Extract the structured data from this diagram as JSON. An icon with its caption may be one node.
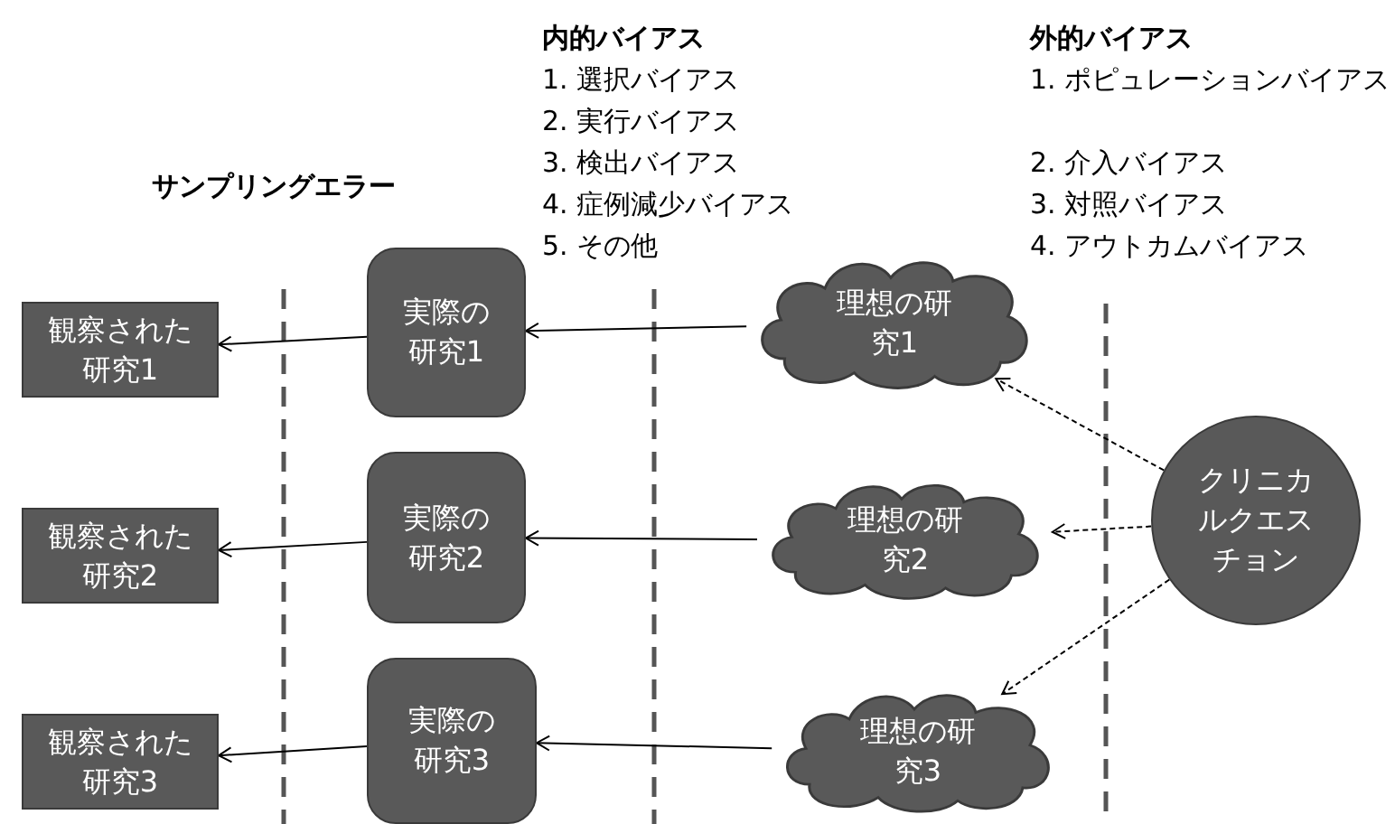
{
  "diagram": {
    "nodes": [
      {
        "text": [
          "観察された研究1"
        ]
      },
      {
        "text": [
          "実際の研究1"
        ]
      },
      {
        "text": [
          "理想の研究1"
        ]
      },
      {
        "text": [
          "観察された研究2"
        ]
      },
      {
        "text": [
          "実際の研究2"
        ]
      },
      {
        "text": [
          "理想の研究2"
        ]
      },
      {
        "text": [
          "観察された研究3"
        ]
      },
      {
        "text": [
          "実際の研究3"
        ]
      },
      {
        "text": [
          "理想の研究3"
        ]
      },
      {
        "text": [
          "クリニカルクエスチョン"
        ]
      }
    ],
    "edges": [
      {
        "from": 1,
        "to": 0,
        "arrow": "to"
      },
      {
        "from": 2,
        "to": 1,
        "arrow": "to"
      },
      {
        "from": 4,
        "to": 3,
        "arrow": "to"
      },
      {
        "from": 5,
        "to": 4,
        "arrow": "to"
      },
      {
        "from": 7,
        "to": 6,
        "arrow": "to"
      },
      {
        "from": 8,
        "to": 7,
        "arrow": "to"
      },
      {
        "from": 9,
        "to": 2,
        "arrow": "to",
        "style": "dashed"
      },
      {
        "from": 9,
        "to": 5,
        "arrow": "to",
        "style": "dashed"
      },
      {
        "from": 9,
        "to": 8,
        "arrow": "to",
        "style": "dashed"
      }
    ],
    "labels": [
      "内的バイアス",
      "1. 選択バイアス",
      "2. 実行バイアス",
      "3. 検出バイアス",
      "4. 症例減少バイアス",
      "5. その他",
      "外的バイアス",
      "1. ポピュレーションバイアス",
      "2. 介入バイアス",
      "3. 対照バイアス",
      "4. アウトカムバイアス",
      "サンプリングエラー"
    ]
  }
}
